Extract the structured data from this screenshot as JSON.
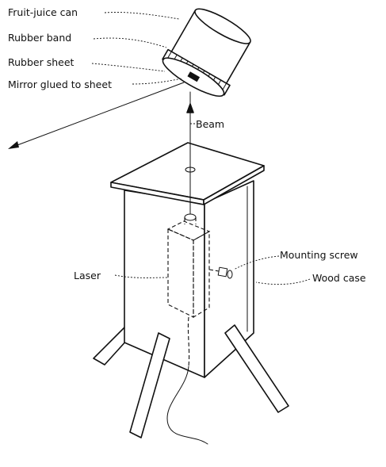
{
  "labels": {
    "fruit_juice_can": "Fruit-juice can",
    "rubber_band": "Rubber band",
    "rubber_sheet": "Rubber sheet",
    "mirror": "Mirror glued to sheet",
    "beam": "Beam",
    "mounting_screw": "Mounting screw",
    "laser": "Laser",
    "wood_case": "Wood case"
  }
}
